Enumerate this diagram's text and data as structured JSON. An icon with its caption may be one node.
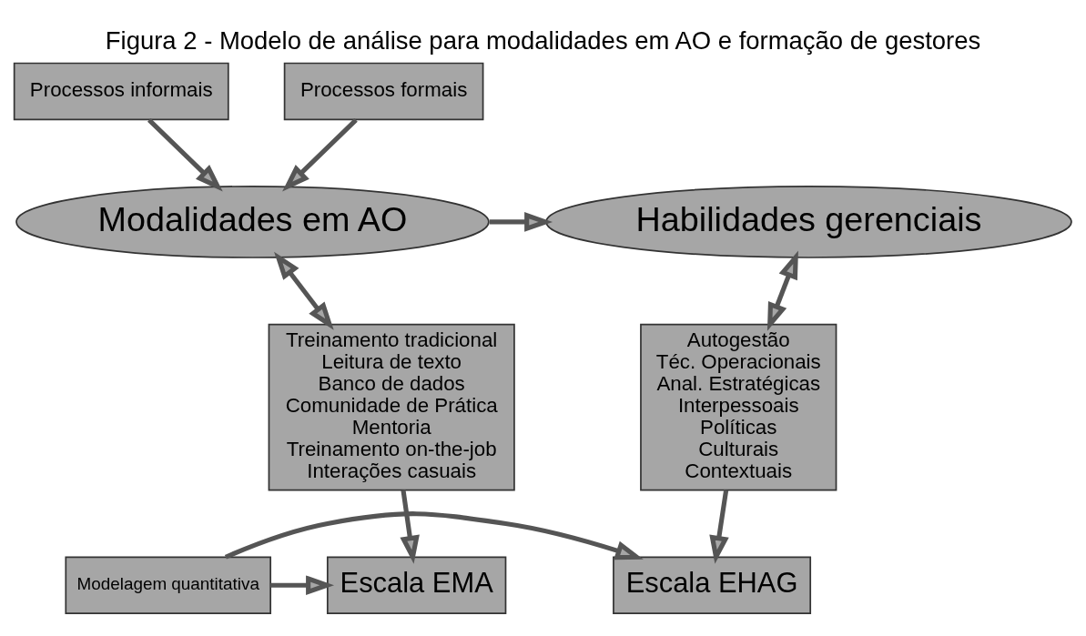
{
  "diagram": {
    "title": "Figura 2 - Modelo de análise para modalidades em AO e formação de gestores",
    "nodes": [
      {
        "text": [
          "Processos informais"
        ]
      },
      {
        "text": [
          "Processos formais"
        ]
      },
      {
        "text": [
          "Modalidades em AO"
        ]
      },
      {
        "text": [
          "Habilidades gerenciais"
        ]
      },
      {
        "text": [
          "Treinamento tradicional",
          "Leitura de texto",
          "Banco de dados",
          "Comunidade de Prática",
          "Mentoria",
          "Treinamento on-the-job",
          "Interações casuais"
        ]
      },
      {
        "text": [
          "Autogestão",
          "Téc. Operacionais",
          "Anal. Estratégicas",
          "Interpessoais",
          "Políticas",
          "Culturais",
          "Contextuais"
        ]
      },
      {
        "text": [
          "Escala EMA"
        ]
      },
      {
        "text": [
          "Modelagem quantitativa"
        ]
      },
      {
        "text": [
          "Escala EHAG"
        ]
      }
    ],
    "edges": [
      {
        "from": 0,
        "to": 2,
        "arrow": "to"
      },
      {
        "from": 1,
        "to": 2,
        "arrow": "to"
      },
      {
        "from": 2,
        "to": 3,
        "arrow": "to"
      },
      {
        "from": 2,
        "to": 4,
        "arrow": "both"
      },
      {
        "from": 3,
        "to": 5,
        "arrow": "both"
      },
      {
        "from": 4,
        "to": 6,
        "arrow": "to"
      },
      {
        "from": 5,
        "to": 8,
        "arrow": "to"
      },
      {
        "from": 7,
        "to": 6,
        "arrow": "to"
      },
      {
        "from": 7,
        "to": 8,
        "arrow": "to"
      }
    ]
  }
}
